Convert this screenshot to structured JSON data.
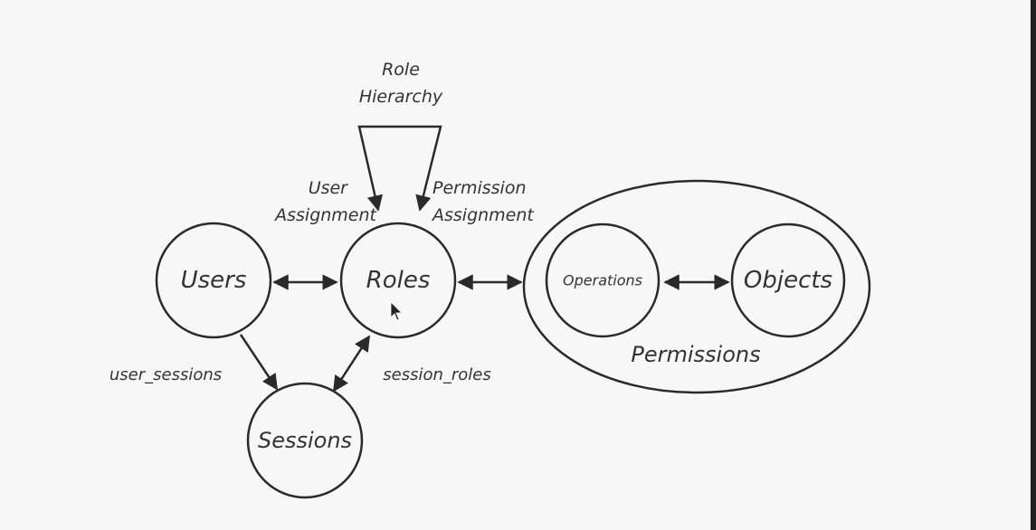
{
  "diagram": {
    "nodes": {
      "users": "Users",
      "roles": "Roles",
      "sessions": "Sessions",
      "operations": "Operations",
      "objects": "Objects",
      "permissions": "Permissions"
    },
    "labels": {
      "role_hierarchy_1": "Role",
      "role_hierarchy_2": "Hierarchy",
      "user_assignment_1": "User",
      "user_assignment_2": "Assignment",
      "permission_assignment_1": "Permission",
      "permission_assignment_2": "Assignment",
      "user_sessions": "user_sessions",
      "session_roles": "session_roles"
    },
    "colors": {
      "stroke": "#2a2a2a",
      "text": "#333333",
      "background": "#f7f7f7"
    }
  }
}
